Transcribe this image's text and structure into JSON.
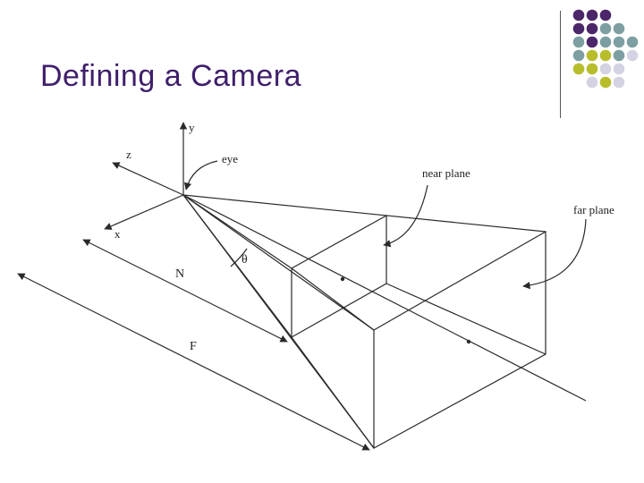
{
  "slide": {
    "title": "Defining a Camera"
  },
  "colors": {
    "title": "#3f1f6b",
    "dot_purple": "#4b2669",
    "dot_teal": "#7d9fa2",
    "dot_olive": "#b8bd2c",
    "dot_lavender": "#d4d3e3",
    "line": "#2a2a2a"
  },
  "diagram": {
    "labels": {
      "y": "y",
      "z": "z",
      "x": "x",
      "eye": "eye",
      "near_plane": "near plane",
      "far_plane": "far plane",
      "theta": "θ",
      "n": "N",
      "f": "F"
    }
  }
}
